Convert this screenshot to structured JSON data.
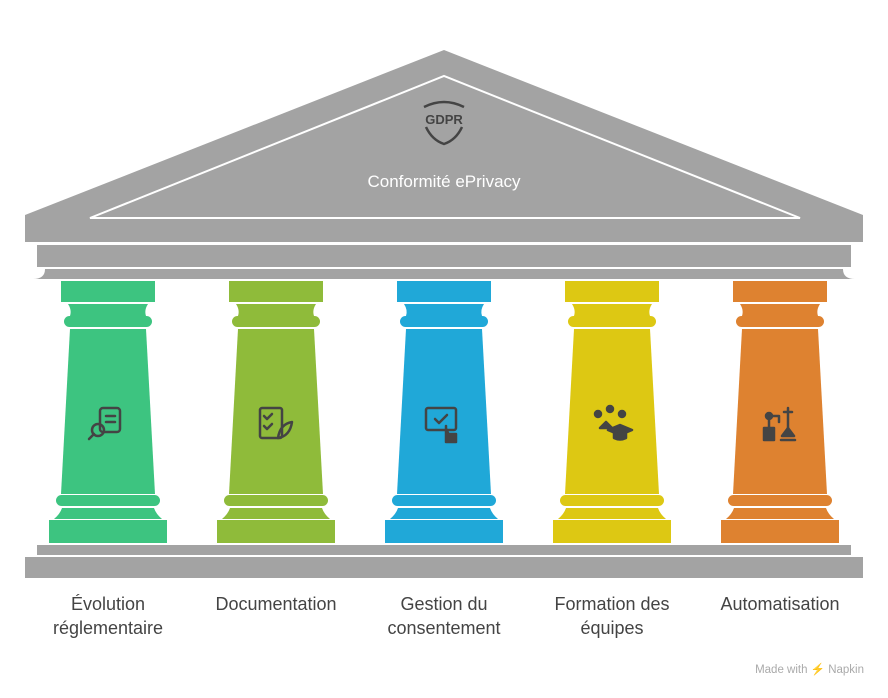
{
  "title": "Conformité ePrivacy",
  "roof_badge": "GDPR",
  "roof_color": "#A3A3A3",
  "pillars": [
    {
      "label": "Évolution réglementaire",
      "color": "#3DC480",
      "icon": "document-search-icon"
    },
    {
      "label": "Documentation",
      "color": "#8FBB3A",
      "icon": "checklist-leaf-icon"
    },
    {
      "label": "Gestion du consentement",
      "color": "#20A8D8",
      "icon": "checkbox-click-icon"
    },
    {
      "label": "Formation des équipes",
      "color": "#DDC813",
      "icon": "graduation-group-icon"
    },
    {
      "label": "Automatisation",
      "color": "#DE8230",
      "icon": "robot-arm-icon"
    }
  ],
  "credit": "Made with ⚡ Napkin"
}
